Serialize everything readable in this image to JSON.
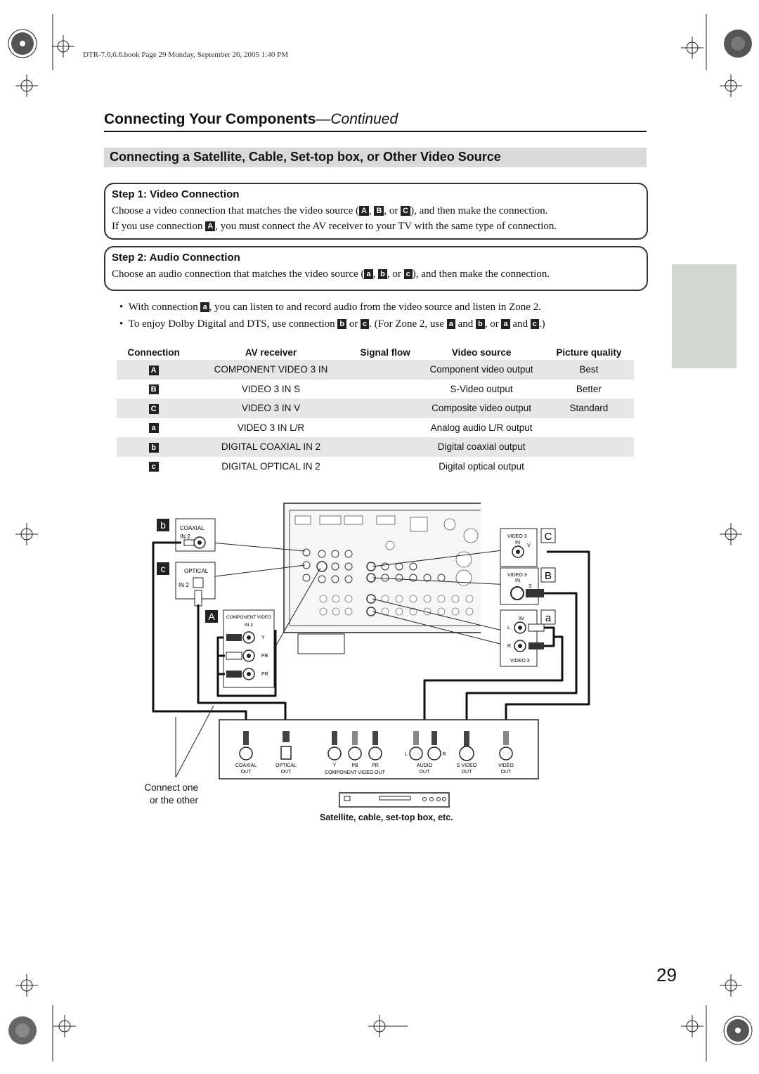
{
  "header_line": "DTR-7.6,6.6.book  Page 29  Monday, September 26, 2005  1:40 PM",
  "section_title": {
    "main": "Connecting Your Components",
    "suffix": "—Continued"
  },
  "banner_title": "Connecting a Satellite, Cable, Set-top box, or Other Video Source",
  "step1": {
    "heading": "Step 1: Video Connection",
    "line1": {
      "pre": "Choose a video connection that matches the video source (",
      "t1": "A",
      "s1": ", ",
      "t2": "B",
      "s2": ", or ",
      "t3": "C",
      "post": "), and then make the connection."
    },
    "line2": {
      "pre": "If you use connection ",
      "t1": "A",
      "post": ", you must connect the AV receiver to your TV with the same type of connection."
    }
  },
  "step2": {
    "heading": "Step 2: Audio Connection",
    "line1": {
      "pre": "Choose an audio connection that matches the video source (",
      "t1": "a",
      "s1": ", ",
      "t2": "b",
      "s2": ", or ",
      "t3": "c",
      "post": "), and then make the connection."
    }
  },
  "bullets": {
    "b1": {
      "pre": "With connection ",
      "t1": "a",
      "post": ", you can listen to and record audio from the video source and listen in Zone 2."
    },
    "b2": {
      "pre": "To enjoy Dolby Digital and DTS, use connection ",
      "t1": "b",
      "s1": " or ",
      "t2": "c",
      "s2": ". (For Zone 2, use ",
      "t3": "a",
      "s3": " and ",
      "t4": "b",
      "s4": ", or ",
      "t5": "a",
      "s5": " and ",
      "t6": "c",
      "post": ".)"
    }
  },
  "table": {
    "headers": [
      "Connection",
      "AV receiver",
      "Signal flow",
      "Video source",
      "Picture quality"
    ],
    "rows": [
      {
        "tag": "A",
        "receiver": "COMPONENT VIDEO 3 IN",
        "source": "Component video output",
        "quality": "Best"
      },
      {
        "tag": "B",
        "receiver": "VIDEO 3 IN S",
        "source": "S-Video output",
        "quality": "Better"
      },
      {
        "tag": "C",
        "receiver": "VIDEO 3 IN V",
        "source": "Composite video output",
        "quality": "Standard"
      },
      {
        "tag": "a",
        "receiver": "VIDEO 3 IN L/R",
        "source": "Analog audio L/R output",
        "quality": ""
      },
      {
        "tag": "b",
        "receiver": "DIGITAL COAXIAL IN 2",
        "source": "Digital coaxial output",
        "quality": ""
      },
      {
        "tag": "c",
        "receiver": "DIGITAL OPTICAL IN 2",
        "source": "Digital optical output",
        "quality": ""
      }
    ]
  },
  "diagram": {
    "tag_b": "b",
    "tag_c": "c",
    "tag_A": "A",
    "tag_C": "C",
    "tag_B": "B",
    "tag_a": "a",
    "coaxial": "COAXIAL",
    "in2": "IN 2",
    "optical": "OPTICAL",
    "in2b": "IN 2",
    "comp_video": "COMPONENT VIDEO",
    "in3": "IN 3",
    "y": "Y",
    "pb": "PB",
    "pr": "PR",
    "video3": "VIDEO 3",
    "in": "IN",
    "v": "V",
    "video3b": "VIDEO 3",
    "inb": "IN",
    "s": "S",
    "in_a": "IN",
    "l": "L",
    "r": "R",
    "video3c": "VIDEO 3",
    "src_coaxial": "COAXIAL",
    "src_coaxial_out": "OUT",
    "src_optical": "OPTICAL",
    "src_optical_out": "OUT",
    "src_y": "Y",
    "src_pb": "PB",
    "src_pr": "PR",
    "src_comp": "COMPONENT VIDEO OUT",
    "src_l": "L",
    "src_r": "R",
    "src_audio": "AUDIO",
    "src_audio_out": "OUT",
    "src_svideo": "S VIDEO",
    "src_svideo_out": "OUT",
    "src_video": "VIDEO",
    "src_video_out": "OUT"
  },
  "connect_note": {
    "l1": "Connect one",
    "l2": "or the other"
  },
  "caption": "Satellite, cable, set-top box, etc.",
  "page_number": "29"
}
